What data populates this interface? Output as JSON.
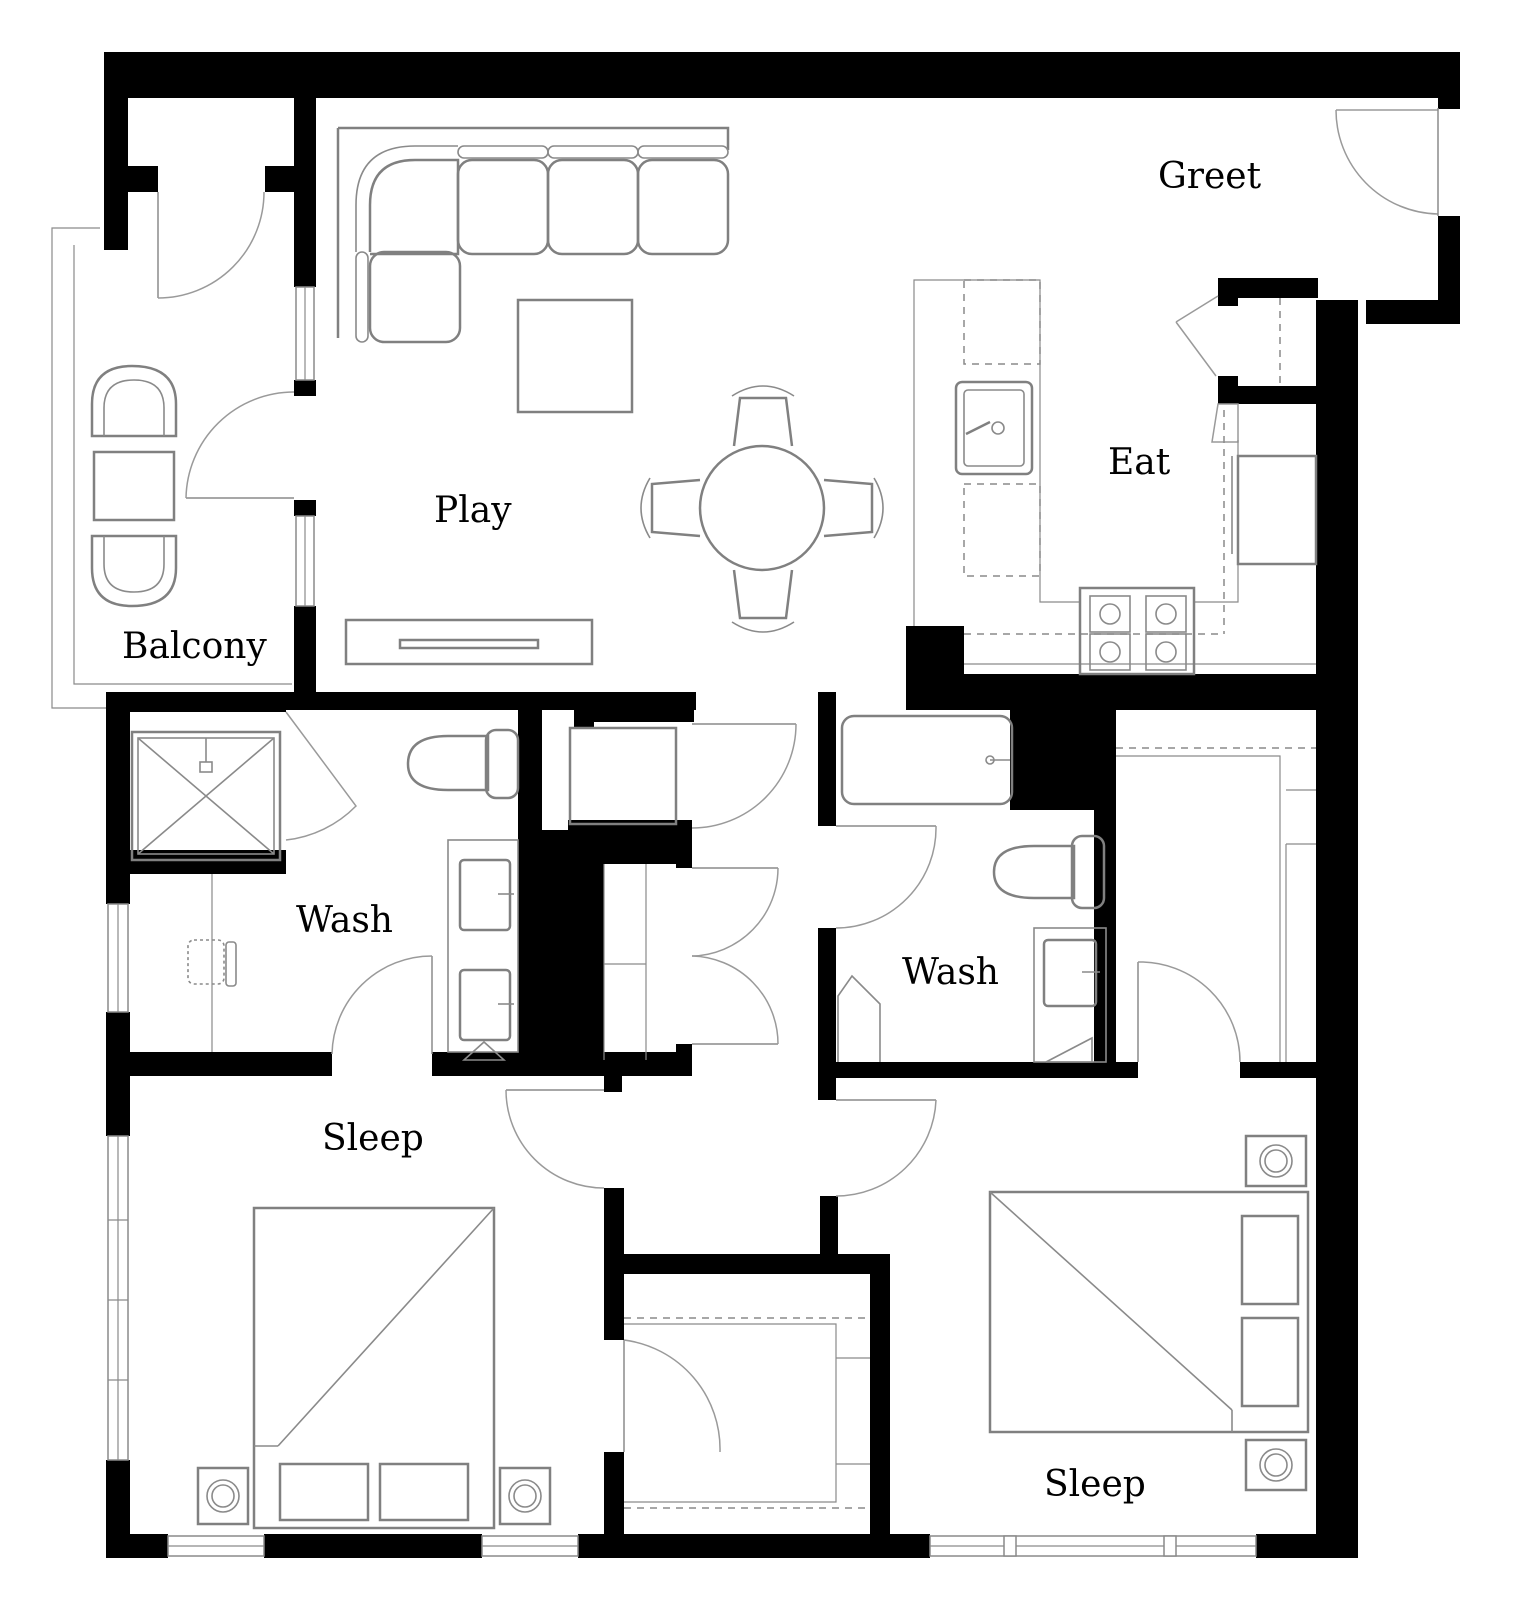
{
  "plan": {
    "rooms": {
      "greet": "Greet",
      "play": "Play",
      "eat": "Eat",
      "balcony": "Balcony",
      "wash_left": "Wash",
      "wash_right": "Wash",
      "sleep_left": "Sleep",
      "sleep_right": "Sleep"
    },
    "colors": {
      "wall": "#000000",
      "furniture": "#808080",
      "background": "#ffffff"
    }
  }
}
